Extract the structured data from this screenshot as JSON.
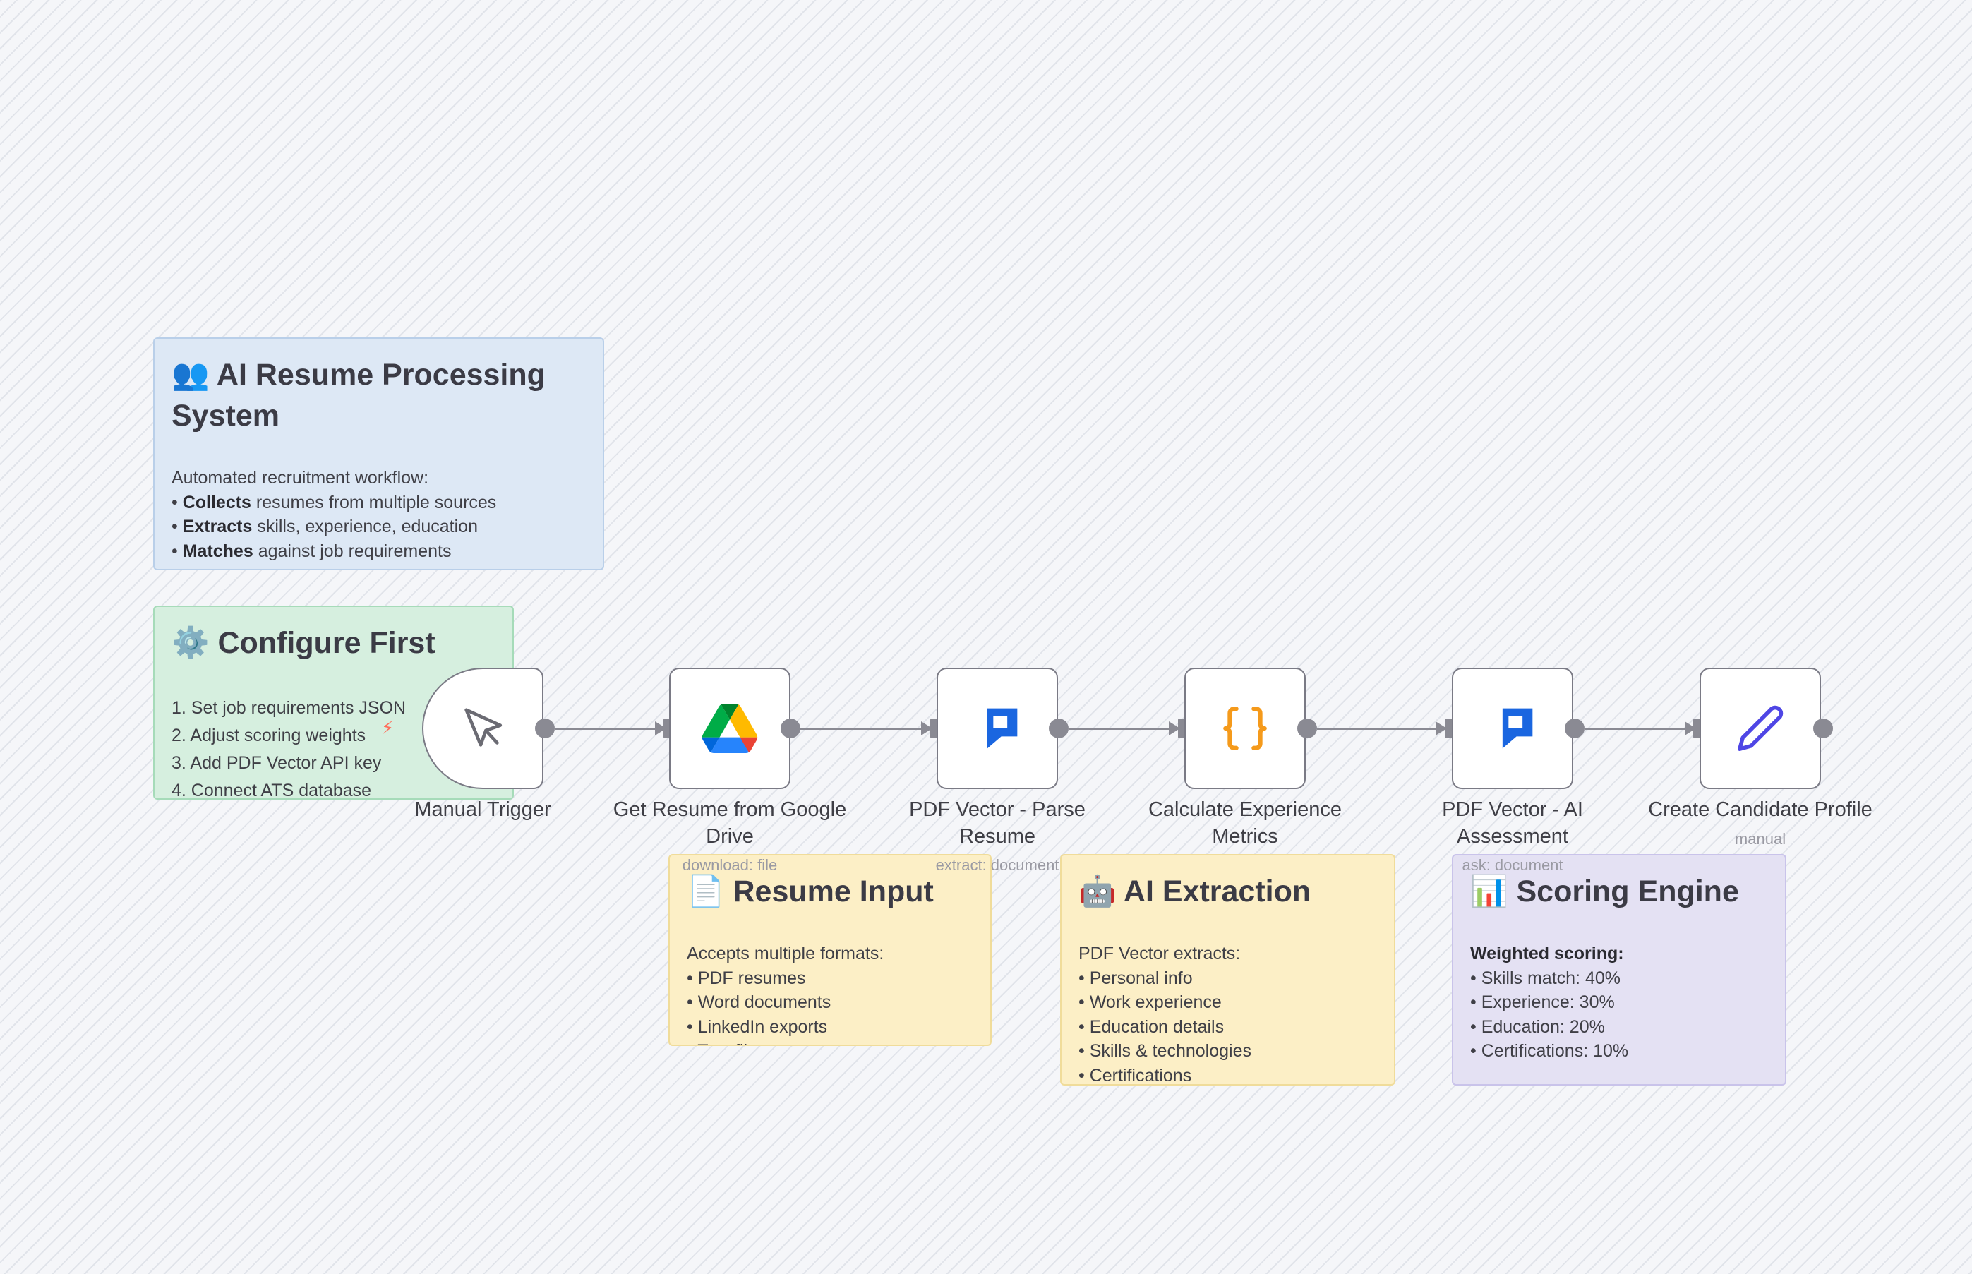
{
  "sticky_notes": {
    "overview": {
      "emoji": "👥",
      "title": "AI Resume Processing System",
      "intro": "Automated recruitment workflow:",
      "items": [
        {
          "bold": "Collects",
          "text": " resumes from multiple sources"
        },
        {
          "bold": "Extracts",
          "text": " skills, experience, education"
        },
        {
          "bold": "Matches",
          "text": " against job requirements"
        }
      ]
    },
    "configure": {
      "emoji": "⚙️",
      "title": "Configure First",
      "items": [
        "1. Set job requirements JSON",
        "2. Adjust scoring weights",
        "3. Add PDF Vector API key",
        "4. Connect ATS database"
      ]
    },
    "resume_input": {
      "emoji": "📄",
      "title": "Resume Input",
      "intro": "Accepts multiple formats:",
      "items": [
        "• PDF resumes",
        "• Word documents",
        "• LinkedIn exports",
        "• Text files"
      ]
    },
    "ai_extraction": {
      "emoji": "🤖",
      "title": "AI Extraction",
      "intro": "PDF Vector extracts:",
      "items": [
        "• Personal info",
        "• Work experience",
        "• Education details",
        "• Skills & technologies",
        "• Certifications"
      ]
    },
    "scoring_engine": {
      "emoji": "📊",
      "title": "Scoring Engine",
      "intro": "Weighted scoring:",
      "items": [
        "• Skills match: 40%",
        "• Experience: 30%",
        "• Education: 20%",
        "• Certifications: 10%"
      ]
    }
  },
  "nodes": {
    "manual_trigger": {
      "label": "Manual Trigger",
      "icon": "cursor-pointer-icon"
    },
    "google_drive": {
      "label_line1": "Get Resume from Google",
      "label_line2": "Drive",
      "sub": "download: file",
      "icon": "google-drive-icon"
    },
    "parse_resume": {
      "label_line1": "PDF Vector - Parse",
      "label_line2": "Resume",
      "sub": "extract: document",
      "icon": "pdf-vector-icon"
    },
    "calc_metrics": {
      "label_line1": "Calculate Experience",
      "label_line2": "Metrics",
      "icon": "code-braces-icon"
    },
    "ai_assessment": {
      "label_line1": "PDF Vector - AI",
      "label_line2": "Assessment",
      "sub": "ask: document",
      "icon": "pdf-vector-icon"
    },
    "candidate_profile": {
      "label": "Create Candidate Profile",
      "sub": "manual",
      "icon": "pencil-icon"
    }
  },
  "colors": {
    "overview_bg": "#dde8f5",
    "configure_bg": "#d6efdf",
    "input_bg": "#fcefc6",
    "scoring_bg": "#e4e1f3",
    "pdf_vector_blue": "#1a66e0",
    "code_orange": "#f59a1b",
    "pencil_indigo": "#4f46e5",
    "trigger_bolt": "#ff6d5a"
  }
}
